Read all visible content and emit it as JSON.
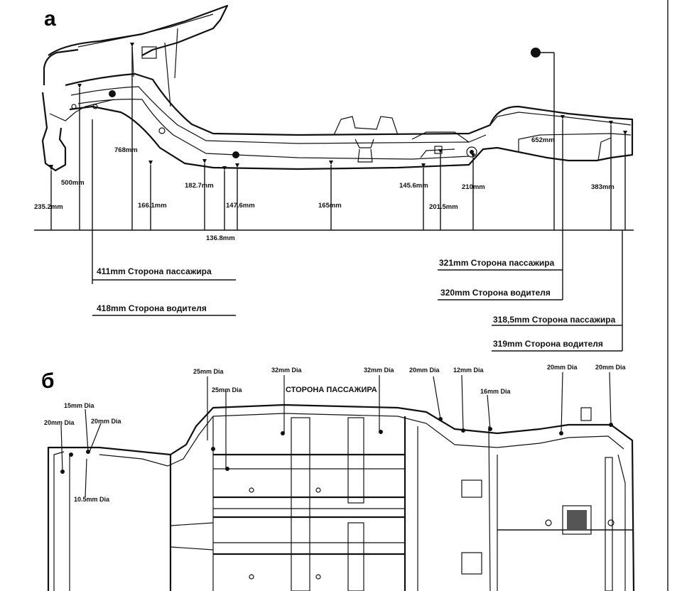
{
  "panel_a": {
    "letter": "а",
    "dimensions": {
      "d768": "768mm",
      "d500": "500mm",
      "d235": "235.2mm",
      "d166": "166.1mm",
      "d182": "182.7mm",
      "d147": "147.6mm",
      "d136": "136.8mm",
      "d165": "165mm",
      "d145": "145.6mm",
      "d201": "201.5mm",
      "d210": "210mm",
      "d652": "652mm",
      "d383": "383mm"
    },
    "side_labels": {
      "l411": "411mm  Сторона пассажира",
      "l418": "418mm  Сторона водителя",
      "l321": "321mm  Сторона пассажира",
      "l320": "320mm  Сторона водителя",
      "l318": "318,5mm  Сторона пассажира",
      "l319": "319mm  Сторона водителя"
    }
  },
  "panel_b": {
    "letter": "б",
    "holes": {
      "h25a": "25mm Dia",
      "h25b": "25mm Dia",
      "h32a": "32mm Dia",
      "h32b": "32mm Dia",
      "h20a": "20mm Dia",
      "h12": "12mm Dia",
      "h16": "16mm Dia",
      "h20b": "20mm Dia",
      "h20c": "20mm Dia",
      "h15": "15mm Dia",
      "h20d": "20mm Dia",
      "h20e": "20mm Dia",
      "h10": "10.5mm Dia"
    },
    "side_title": "СТОРОНА ПАССАЖИРА"
  }
}
